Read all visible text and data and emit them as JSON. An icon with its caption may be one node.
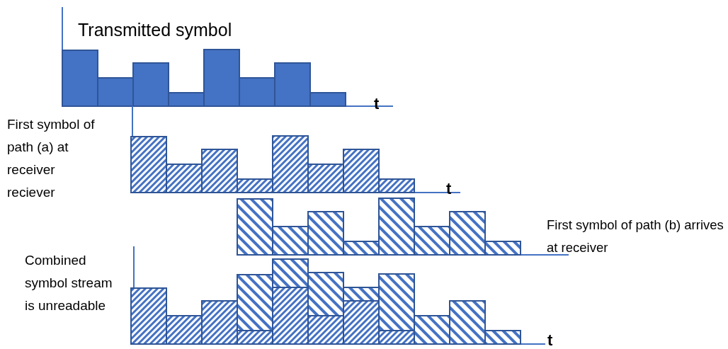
{
  "diagram": {
    "labels": [
      "Transmitted symbol",
      "t",
      "First symbol of path (a) at receiver reciever",
      "t",
      "First symbol of path (b) arrives at receiver",
      "Combined symbol stream is unreadable",
      "t"
    ]
  }
}
